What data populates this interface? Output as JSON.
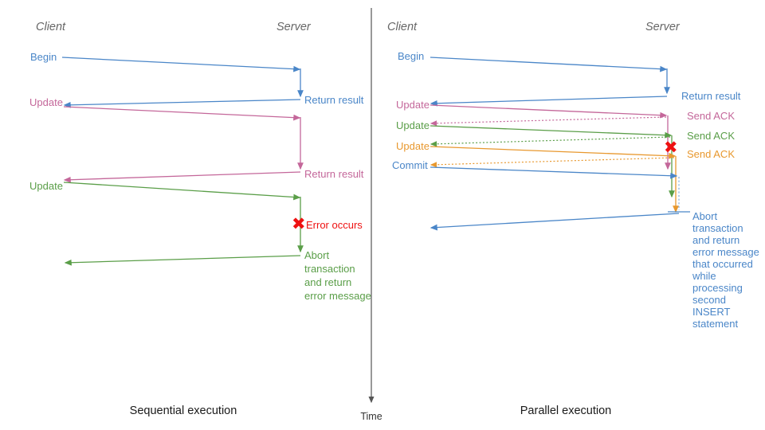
{
  "figure": {
    "title_left": "Sequential execution",
    "title_right": "Parallel execution",
    "time_axis_label": "Time",
    "colors": {
      "blue": "#4a86c8",
      "pink": "#c4679a",
      "green": "#5a9e48",
      "orange": "#e8982e",
      "red": "#ee1111",
      "gray": "#666666",
      "black": "#1a1a1a"
    }
  },
  "left_panel": {
    "name": "Sequential execution",
    "actors": {
      "client": "Client",
      "server": "Server"
    },
    "caption": "Sequential execution",
    "client_messages": [
      {
        "label": "Begin",
        "color": "#4a86c8"
      },
      {
        "label": "Update",
        "color": "#c4679a"
      },
      {
        "label": "Update",
        "color": "#5a9e48"
      }
    ],
    "server_messages": [
      {
        "label": "Return result",
        "color": "#4a86c8"
      },
      {
        "label": "Return result",
        "color": "#c4679a"
      },
      {
        "label": "Error occurs",
        "color": "#ee1111",
        "marker": "X"
      },
      {
        "label": "Abort transaction and return error message",
        "lines": [
          "Abort",
          "transaction",
          "and return",
          "error message"
        ],
        "color": "#5a9e48"
      }
    ]
  },
  "right_panel": {
    "name": "Parallel execution",
    "actors": {
      "client": "Client",
      "server": "Server"
    },
    "caption": "Parallel execution",
    "client_messages": [
      {
        "label": "Begin",
        "color": "#4a86c8"
      },
      {
        "label": "Update",
        "color": "#c4679a"
      },
      {
        "label": "Update",
        "color": "#5a9e48"
      },
      {
        "label": "Update",
        "color": "#e8982e"
      },
      {
        "label": "Commit",
        "color": "#4a86c8"
      }
    ],
    "server_messages": [
      {
        "label": "Return result",
        "color": "#4a86c8"
      },
      {
        "label": "Send ACK",
        "color": "#c4679a"
      },
      {
        "label": "Send ACK",
        "color": "#5a9e48"
      },
      {
        "label": "Send ACK",
        "color": "#e8982e"
      },
      {
        "label": "Error marker",
        "color": "#ee1111",
        "marker": "X"
      },
      {
        "label": "Abort transaction and return error message that occurred while processing second INSERT statement",
        "lines": [
          "Abort",
          "transaction",
          "and return",
          "error message",
          "that occurred",
          "while",
          "processing",
          "second",
          "INSERT",
          "statement"
        ],
        "color": "#4a86c8"
      }
    ]
  }
}
